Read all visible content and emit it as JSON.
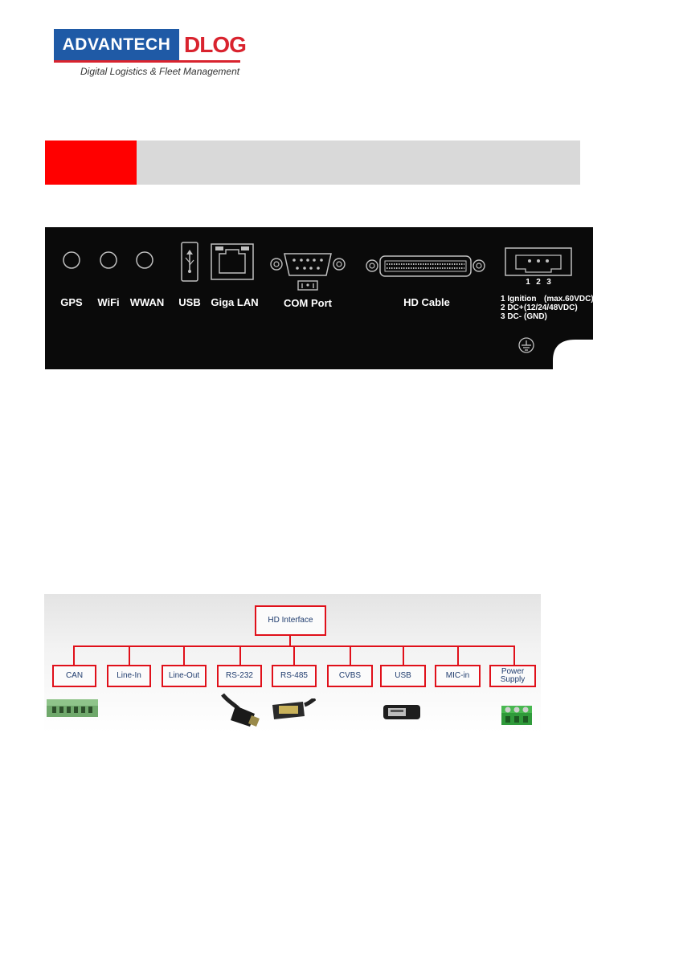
{
  "logo": {
    "brand1": "ADVANTECH",
    "brand2": "DLOG",
    "tagline": "Digital Logistics & Fleet Management"
  },
  "panel": {
    "ports": {
      "gps": "GPS",
      "wifi": "WiFi",
      "wwan": "WWAN",
      "usb": "USB",
      "giga_lan": "Giga LAN",
      "com_port": "COM Port",
      "hd_cable": "HD Cable"
    },
    "pin_numbers": [
      "1",
      "2",
      "3"
    ],
    "pinout": [
      {
        "pin": "1 Ignition",
        "spec": "(max.60VDC)"
      },
      {
        "pin": "2 DC+",
        "spec": "(12/24/48VDC)"
      },
      {
        "pin": "3 DC-",
        "spec": "(GND)"
      }
    ]
  },
  "diagram": {
    "root": "HD Interface",
    "children": [
      "CAN",
      "Line-In",
      "Line-Out",
      "RS-232",
      "RS-485",
      "CVBS",
      "USB",
      "MIC-in"
    ],
    "power_line1": "Power",
    "power_line2": "Supply"
  },
  "colors": {
    "accent_red": "#ff0000",
    "bar_grey": "#d9d9d9",
    "brand_blue": "#1f5aa6",
    "diagram_red": "#e0101a"
  }
}
